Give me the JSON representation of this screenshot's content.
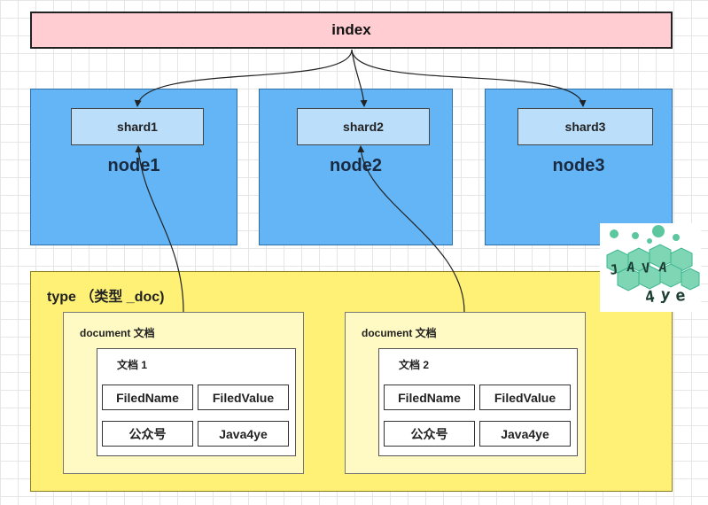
{
  "index": {
    "label": "index"
  },
  "nodes": [
    {
      "shard": "shard1",
      "name": "node1"
    },
    {
      "shard": "shard2",
      "name": "node2"
    },
    {
      "shard": "shard3",
      "name": "node3"
    }
  ],
  "type": {
    "label": "type （类型 _doc)",
    "documents": [
      {
        "label": "document 文档",
        "title": "文档 1",
        "cells": [
          [
            "FiledName",
            "FiledValue"
          ],
          [
            "公众号",
            "Java4ye"
          ]
        ]
      },
      {
        "label": "document 文档",
        "title": "文档 2",
        "cells": [
          [
            "FiledName",
            "FiledValue"
          ],
          [
            "公众号",
            "Java4ye"
          ]
        ]
      }
    ]
  },
  "logo": {
    "text_top": "JAVA",
    "text_bottom": "4ye",
    "accent": "#3bb58f"
  },
  "colors": {
    "index_fill": "#ffcdd2",
    "node_fill": "#64b5f6",
    "shard_fill": "#bbdefb",
    "type_fill": "#fff176",
    "document_fill": "#fff9c4"
  }
}
